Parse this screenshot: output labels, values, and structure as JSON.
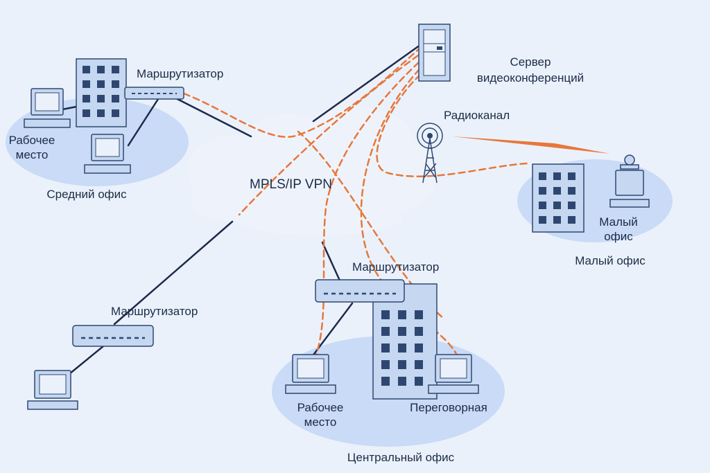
{
  "colors": {
    "background": "#eaf1fb",
    "zone": "#c9dbf6",
    "cloud": "#eef3fb",
    "device_fill": "#c5d7f1",
    "device_stroke": "#2f4770",
    "solid_link": "#1d2a4a",
    "dashed_link": "#e7773a",
    "radio_beam": "#e7773a"
  },
  "labels": {
    "cloud": "MPLS/IP VPN",
    "server_line1": "Сервер",
    "server_line2": "видеоконференций",
    "radio": "Радиоканал",
    "router_mid": "Маршрутизатор",
    "router_central": "Маршрутизатор",
    "router_left": "Маршрутизатор",
    "mid_ws_line1": "Рабочее",
    "mid_ws_line2": "место",
    "mid_office": "Средний офис",
    "small_ws_line1": "Малый",
    "small_ws_line2": "офис",
    "small_office": "Малый офис",
    "central_ws_line1": "Рабочее",
    "central_ws_line2": "место",
    "meeting_room": "Переговорная",
    "central_office": "Центральный офис"
  },
  "icons": {
    "server": "server-tower-icon",
    "radio": "radio-tower-icon",
    "router": "network-switch-icon",
    "computer": "desktop-computer-icon",
    "building": "office-building-icon",
    "video_terminal": "video-terminal-icon"
  }
}
